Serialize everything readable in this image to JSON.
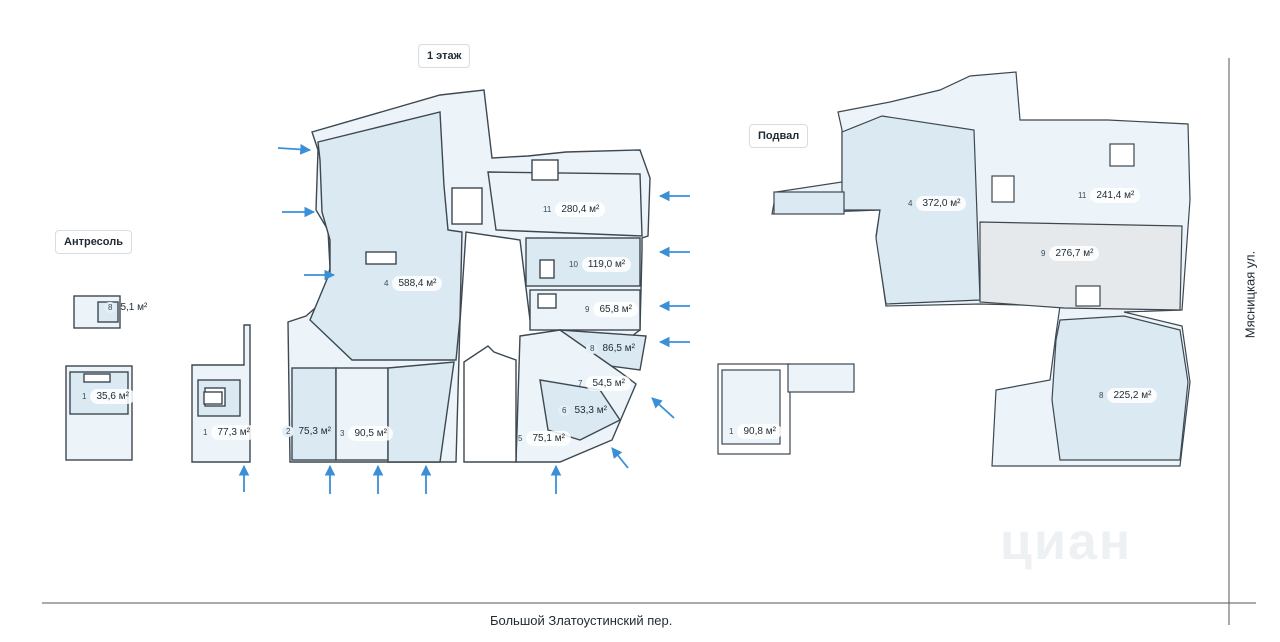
{
  "sections": {
    "first_floor": "1 этаж",
    "basement": "Подвал",
    "mezzanine": "Антресоль"
  },
  "streets": {
    "bottom": "Большой Златоустинский пер.",
    "right": "Мясницкая ул."
  },
  "watermark": "циан",
  "rooms": {
    "mez_8": {
      "num": "8",
      "area": "5,1 м²"
    },
    "mez_1": {
      "num": "1",
      "area": "35,6 м²"
    },
    "f1_1": {
      "num": "1",
      "area": "77,3 м²"
    },
    "f1_2": {
      "num": "2",
      "area": "75,3 м²"
    },
    "f1_3": {
      "num": "3",
      "area": "90,5 м²"
    },
    "f1_4": {
      "num": "4",
      "area": "588,4 м²"
    },
    "f1_5": {
      "num": "5",
      "area": "75,1 м²"
    },
    "f1_6": {
      "num": "6",
      "area": "53,3 м²"
    },
    "f1_7": {
      "num": "7",
      "area": "54,5 м²"
    },
    "f1_8": {
      "num": "8",
      "area": "86,5 м²"
    },
    "f1_9": {
      "num": "9",
      "area": "65,8 м²"
    },
    "f1_10": {
      "num": "10",
      "area": "119,0 м²"
    },
    "f1_11": {
      "num": "11",
      "area": "280,4 м²"
    },
    "b_1": {
      "num": "1",
      "area": "90,8 м²"
    },
    "b_4": {
      "num": "4",
      "area": "372,0 м²"
    },
    "b_8": {
      "num": "8",
      "area": "225,2 м²"
    },
    "b_9": {
      "num": "9",
      "area": "276,7 м²"
    },
    "b_11": {
      "num": "11",
      "area": "241,4 м²"
    }
  },
  "colors": {
    "room_fill": "#dbe9f3",
    "room_fill_light": "#edf4f9",
    "basement_grey": "#e6e9ec",
    "wall": "#3d4850",
    "arrow": "#3a8fd6"
  }
}
